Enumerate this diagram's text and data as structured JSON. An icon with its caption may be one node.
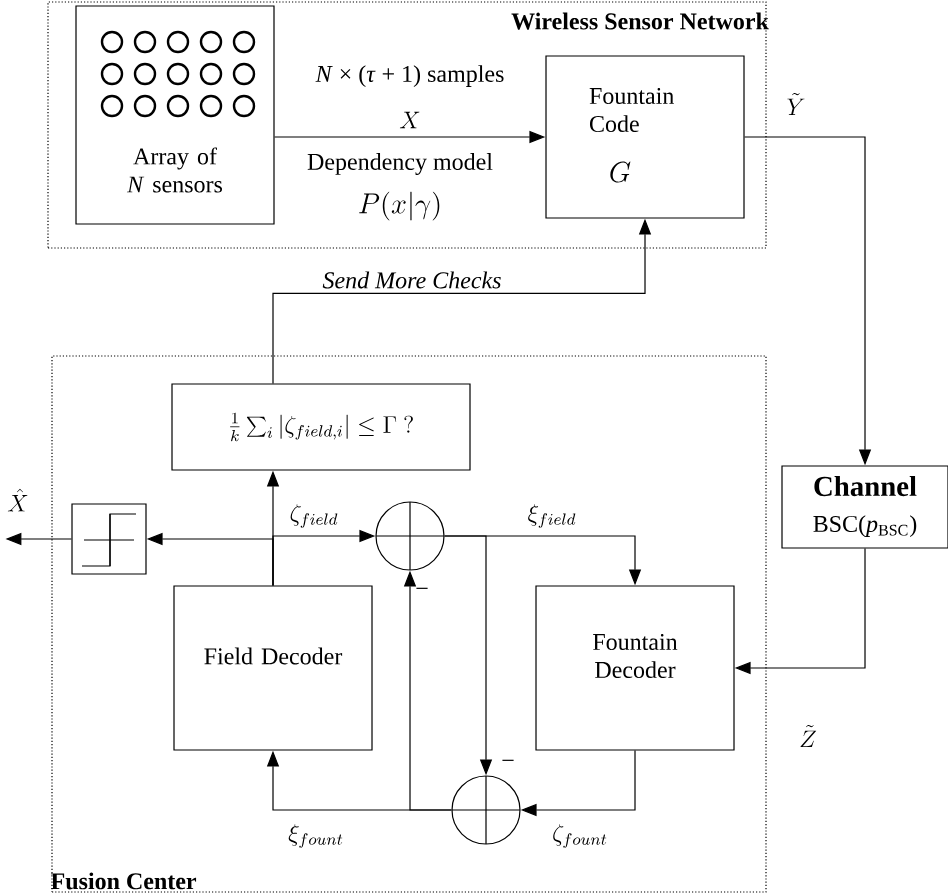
{
  "diagram": {
    "nodes": [
      {
        "text": [
          "Wireless Sensor Network"
        ]
      },
      {
        "text": [
          "Array of *N* sensors"
        ],
        "in": 0
      },
      {
        "text": [
          "Fountain Code",
          "G"
        ],
        "in": 0
      },
      {
        "text": [
          "Fusion Center"
        ]
      },
      {
        "text": [
          "\\frac{1}{k}\\sum_i|\\zeta_{field,i}|\\leq\\Gamma\\ ?"
        ],
        "in": 3
      },
      {
        "text": [],
        "shape": "box",
        "in": 3
      },
      {
        "text": [],
        "shape": "circle",
        "in": 3
      },
      {
        "text": [
          "Field Decoder"
        ],
        "in": 3
      },
      {
        "text": [
          "Fountain Decoder"
        ],
        "in": 3
      },
      {
        "text": [],
        "shape": "circle",
        "in": 3
      },
      {
        "text": [
          "Channel",
          "BSC(*p*$_{BSC}$)"
        ]
      }
    ],
    "edges": [
      {
        "from": 1,
        "to": 2,
        "arrow": "to",
        "label": "X"
      },
      {
        "from": 2,
        "to": 10,
        "arrow": "to",
        "label": "\\tilde{Y}"
      },
      {
        "from": 10,
        "to": 8,
        "arrow": "to",
        "label": "\\tilde{Z}"
      },
      {
        "from": 4,
        "to": 2,
        "arrow": "to",
        "label": "Send More Checks"
      },
      {
        "from": 7,
        "to": 4,
        "arrow": "to",
        "label": "\\zeta_{field}"
      },
      {
        "from": 7,
        "to": 6,
        "arrow": "to"
      },
      {
        "from": 7,
        "to": 5,
        "arrow": "to"
      },
      {
        "from": 5,
        "to": null,
        "arrow": "to",
        "label": "\\hat{X}"
      },
      {
        "from": 6,
        "to": 8,
        "arrow": "to",
        "label": "\\xi_{field}"
      },
      {
        "from": 6,
        "to": 9,
        "arrow": "to"
      },
      {
        "from": 8,
        "to": 9,
        "arrow": "to",
        "label": "\\zeta_{fount}"
      },
      {
        "from": 9,
        "to": 7,
        "arrow": "to",
        "label": "\\xi_{fount}"
      },
      {
        "from": 9,
        "to": 6,
        "arrow": "to"
      }
    ],
    "labels": [
      "*N* × (*τ* + 1) samples",
      "Dependency model",
      "P(x|\\gamma)",
      "−",
      "−"
    ]
  }
}
